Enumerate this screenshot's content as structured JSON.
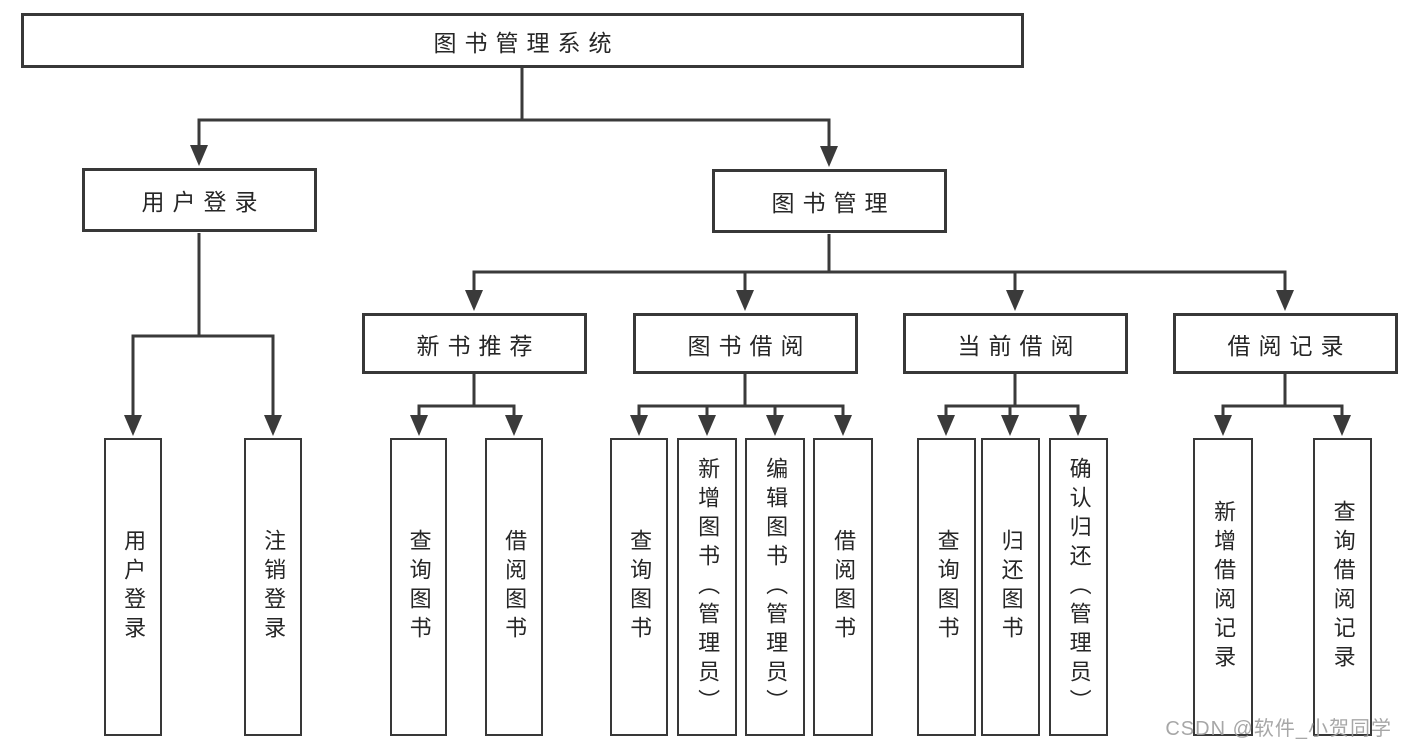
{
  "diagram": {
    "root": {
      "label": "图书管理系统"
    },
    "level2": {
      "user_login": {
        "label": "用户登录"
      },
      "book_management": {
        "label": "图书管理"
      }
    },
    "level3": {
      "new_book_recommend": {
        "label": "新书推荐"
      },
      "book_borrow": {
        "label": "图书借阅"
      },
      "current_borrow": {
        "label": "当前借阅"
      },
      "borrow_records": {
        "label": "借阅记录"
      }
    },
    "leaves": [
      {
        "label": "用户登录"
      },
      {
        "label": "注销登录"
      },
      {
        "label": "查询图书"
      },
      {
        "label": "借阅图书"
      },
      {
        "label": "查询图书"
      },
      {
        "label": "新增图书（管理员）"
      },
      {
        "label": "编辑图书（管理员）"
      },
      {
        "label": "借阅图书"
      },
      {
        "label": "查询图书"
      },
      {
        "label": "归还图书"
      },
      {
        "label": "确认归还（管理员）"
      },
      {
        "label": "新增借阅记录"
      },
      {
        "label": "查询借阅记录"
      }
    ]
  },
  "watermark": {
    "text": "CSDN @软件_小贺同学"
  },
  "colors": {
    "line": "#3a3a3a",
    "box_border": "#383838",
    "text": "#262626",
    "watermark": "#9e9e9e",
    "background": "#ffffff"
  }
}
